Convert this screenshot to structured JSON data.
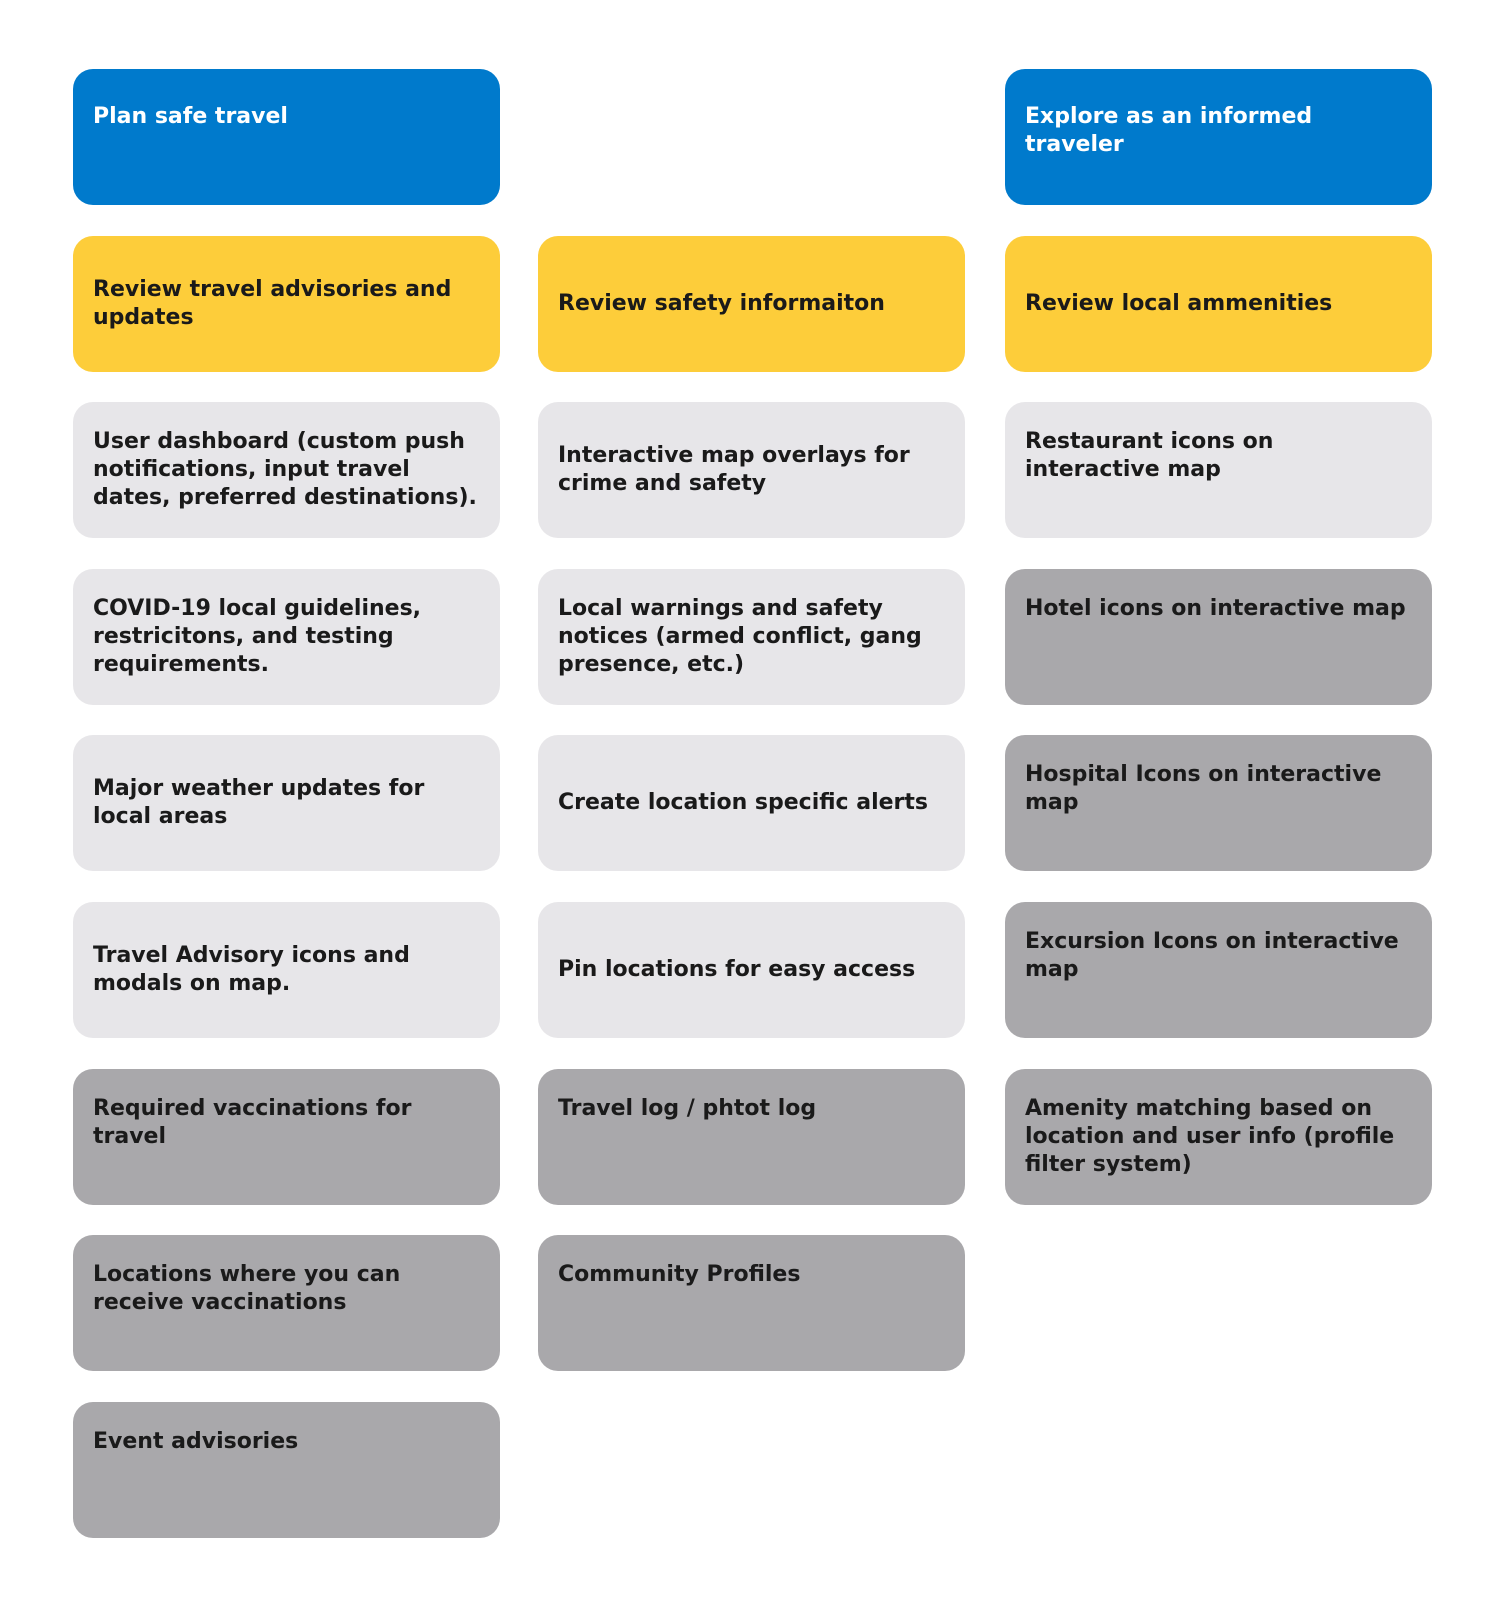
{
  "goals": {
    "plan": "Plan safe travel",
    "explore": "Explore as an informed traveler"
  },
  "activities": {
    "advisories": "Review travel advisories and updates",
    "safety": "Review safety informaiton",
    "amenities": "Review local ammenities"
  },
  "columns": {
    "col1": [
      "User dashboard (custom push notifications, input travel dates, preferred destinations).",
      "COVID-19 local guidelines, restricitons, and testing requirements.",
      "Major weather updates for local areas",
      "Travel Advisory icons and modals on map.",
      "Required vaccinations for travel",
      "Locations where you can receive vaccinations",
      "Event advisories"
    ],
    "col2": [
      "Interactive map overlays for crime and safety",
      "Local warnings and safety notices (armed conflict, gang presence, etc.)",
      "Create location specific alerts",
      "Pin locations for easy access",
      "Travel log / phtot log",
      "Community Profiles"
    ],
    "col3": [
      "Restaurant icons on interactive map",
      "Hotel icons on interactive map",
      "Hospital Icons on interactive map",
      "Excursion Icons on interactive map",
      "Amenity matching based on location and user info (profile filter system)"
    ]
  },
  "colors": {
    "goal": "#007acc",
    "activity": "#fdcd3a",
    "feature_light": "#e7e6e9",
    "feature_dark": "#a9a8ab"
  }
}
